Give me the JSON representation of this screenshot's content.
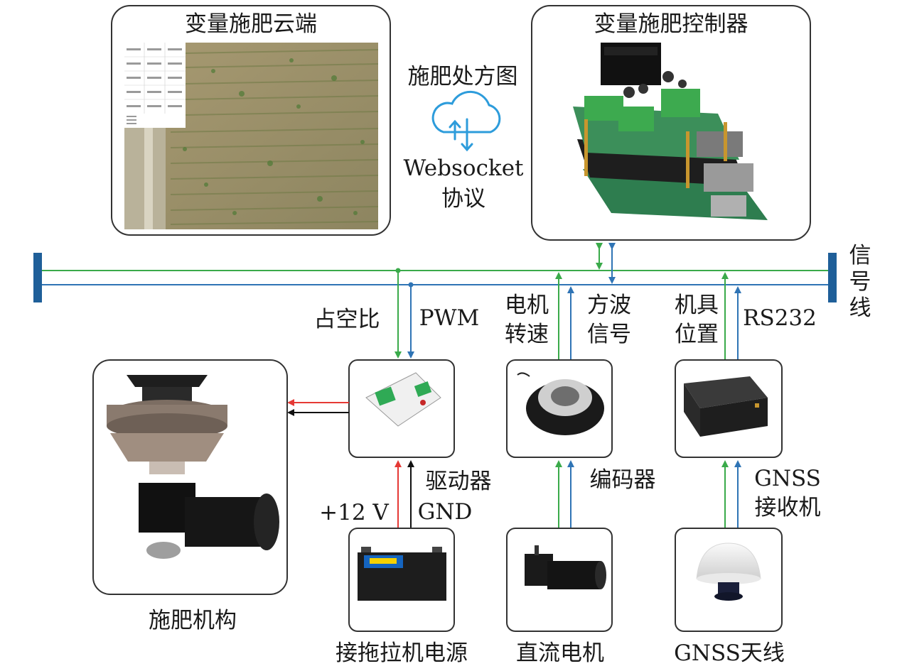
{
  "colors": {
    "green": "#3aaa4a",
    "blue": "#2f74b5",
    "red": "#e53935",
    "black": "#111111",
    "bar": "#1f5f99",
    "border": "#333333"
  },
  "cloud": {
    "title": "变量施肥云端",
    "prescription": "施肥处方图",
    "protocol_line1": "Websocket",
    "protocol_line2": "协议",
    "icon": "cloud-sync-icon"
  },
  "controller": {
    "title": "变量施肥控制器"
  },
  "bus": {
    "signal_line": [
      "信",
      "号",
      "线"
    ]
  },
  "signals": {
    "duty": "占空比",
    "pwm": "PWM",
    "motor_speed": [
      "电机",
      "转速"
    ],
    "square_wave": [
      "方波",
      "信号"
    ],
    "machine_pos": [
      "机具",
      "位置"
    ],
    "rs232": "RS232",
    "plus12v": "+12 V",
    "gnd": "GND"
  },
  "devices": {
    "fert_mechanism": "施肥机构",
    "driver": "驱动器",
    "encoder": "编码器",
    "gnss_receiver": [
      "GNSS",
      "接收机"
    ],
    "battery": "接拖拉机电源",
    "dc_motor": "直流电机",
    "gnss_antenna": "GNSS天线"
  }
}
